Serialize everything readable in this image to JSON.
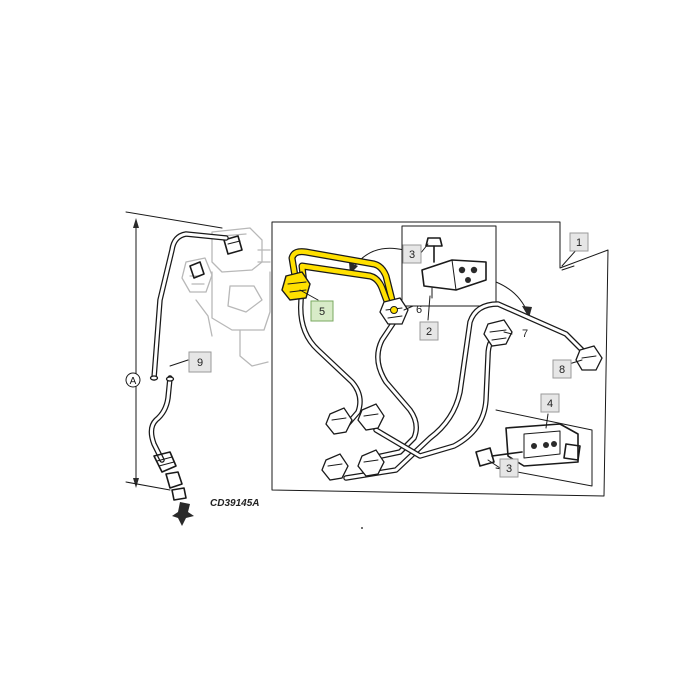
{
  "figure": {
    "code": "CD39145A",
    "dimension_label": "A",
    "callouts": [
      {
        "id": "c1",
        "label": "1",
        "highlighted": false
      },
      {
        "id": "c2",
        "label": "2",
        "highlighted": false
      },
      {
        "id": "c3a",
        "label": "3",
        "highlighted": false
      },
      {
        "id": "c3b",
        "label": "3",
        "highlighted": false
      },
      {
        "id": "c4",
        "label": "4",
        "highlighted": false
      },
      {
        "id": "c5",
        "label": "5",
        "highlighted": true
      },
      {
        "id": "c6",
        "label": "6",
        "highlighted": false
      },
      {
        "id": "c7",
        "label": "7",
        "highlighted": false
      },
      {
        "id": "c8",
        "label": "8",
        "highlighted": false
      },
      {
        "id": "c9",
        "label": "9",
        "highlighted": false
      }
    ]
  },
  "colors": {
    "highlight_pipe": "#ffe000",
    "callout_box": "#e6e6e6",
    "callout_box_highlight": "#d8ebc8",
    "ink": "#1a1a1a"
  }
}
